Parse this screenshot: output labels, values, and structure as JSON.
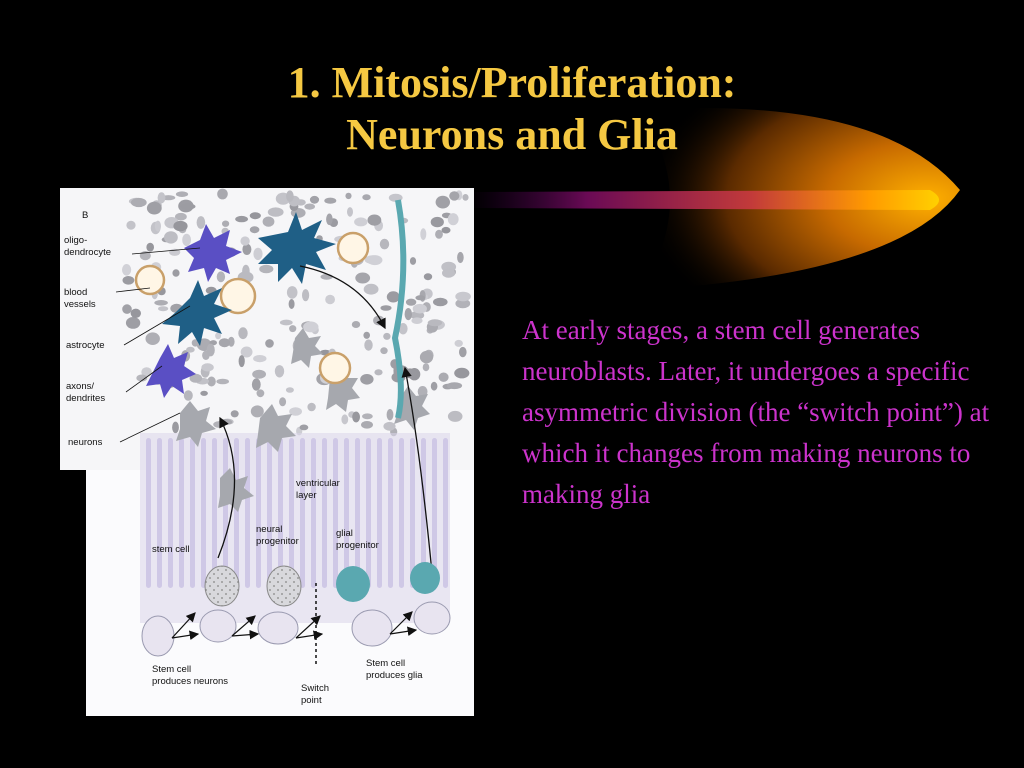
{
  "title": {
    "line1": "1. Mitosis/Proliferation:",
    "line2": "Neurons and Glia"
  },
  "body_text": "At early stages, a stem cell generates neuroblasts. Later, it undergoes a specific asymmetric division (the “switch point”) at which it changes from making neurons to making glia",
  "colors": {
    "background": "#000000",
    "title": "#f5c842",
    "body_text": "#cc33cc",
    "oligodendrocyte": "#5a4fc4",
    "astrocyte": "#1f5f86",
    "glial_progenitor": "#5aa8b0"
  },
  "figure": {
    "panel_letter": "B",
    "labels": {
      "oligodendrocyte_1": "oligo-",
      "oligodendrocyte_2": "dendrocyte",
      "blood_vessels_1": "blood",
      "blood_vessels_2": "vessels",
      "astrocyte": "astrocyte",
      "axons_1": "axons/",
      "axons_2": "dendrites",
      "neurons": "neurons",
      "ventricular_1": "ventricular",
      "ventricular_2": "layer",
      "neural_progenitor_1": "neural",
      "neural_progenitor_2": "progenitor",
      "glial_progenitor_1": "glial",
      "glial_progenitor_2": "progenitor",
      "stem_cell": "stem cell",
      "stem_neurons_1": "Stem cell",
      "stem_neurons_2": "produces neurons",
      "switch_1": "Switch",
      "switch_2": "point",
      "stem_glia_1": "Stem cell",
      "stem_glia_2": "produces glia"
    }
  }
}
